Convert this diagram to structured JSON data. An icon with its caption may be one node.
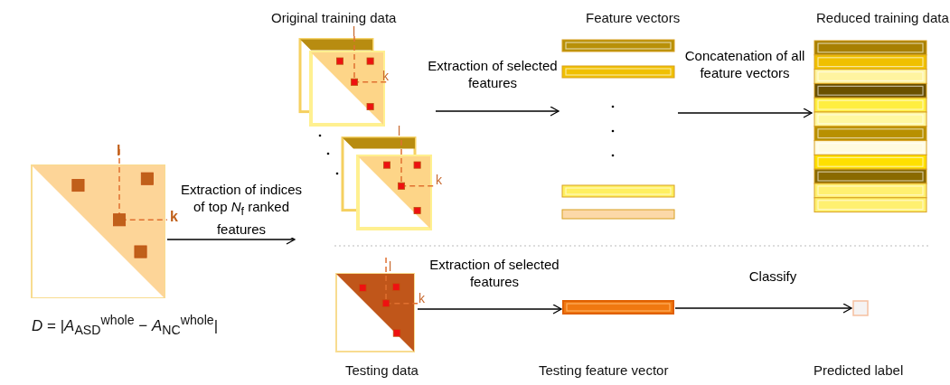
{
  "diagram": {
    "nodes": [
      {
        "text": [],
        "shape": "picture",
        "beside": [
          "*D* = |*A*$_{ASD}$$^{whole}$ − *A*$_{NC}$$^{whole}$|"
        ]
      },
      {
        "text": [],
        "shape": "picture",
        "beside": [
          "Original training data"
        ]
      },
      {
        "text": [],
        "shape": "picture",
        "beside": [
          "Feature vectors"
        ]
      },
      {
        "text": [],
        "shape": "picture",
        "beside": [
          "Reduced training data"
        ]
      },
      {
        "text": [],
        "shape": "picture",
        "beside": [
          "Testing data"
        ]
      },
      {
        "text": [],
        "shape": "bar",
        "beside": [
          "Testing feature vector"
        ]
      },
      {
        "text": [],
        "shape": "box",
        "beside": [
          "Predicted label"
        ]
      }
    ],
    "edges": [
      {
        "from": 0,
        "to": 1,
        "arrow": "to",
        "label": "Extraction of indices of top *N*$_{f}$ ranked features"
      },
      {
        "from": 1,
        "to": 2,
        "arrow": "to",
        "label": "Extraction of selected features"
      },
      {
        "from": 2,
        "to": 3,
        "arrow": "to",
        "label": "Concatenation of all feature vectors"
      },
      {
        "from": 4,
        "to": 5,
        "arrow": "to",
        "label": "Extraction of selected features"
      },
      {
        "from": 5,
        "to": 6,
        "arrow": "to",
        "label": "Classify"
      }
    ],
    "labels": [
      "l",
      "k",
      "l",
      "k",
      "l",
      "k",
      "l",
      "k"
    ]
  }
}
